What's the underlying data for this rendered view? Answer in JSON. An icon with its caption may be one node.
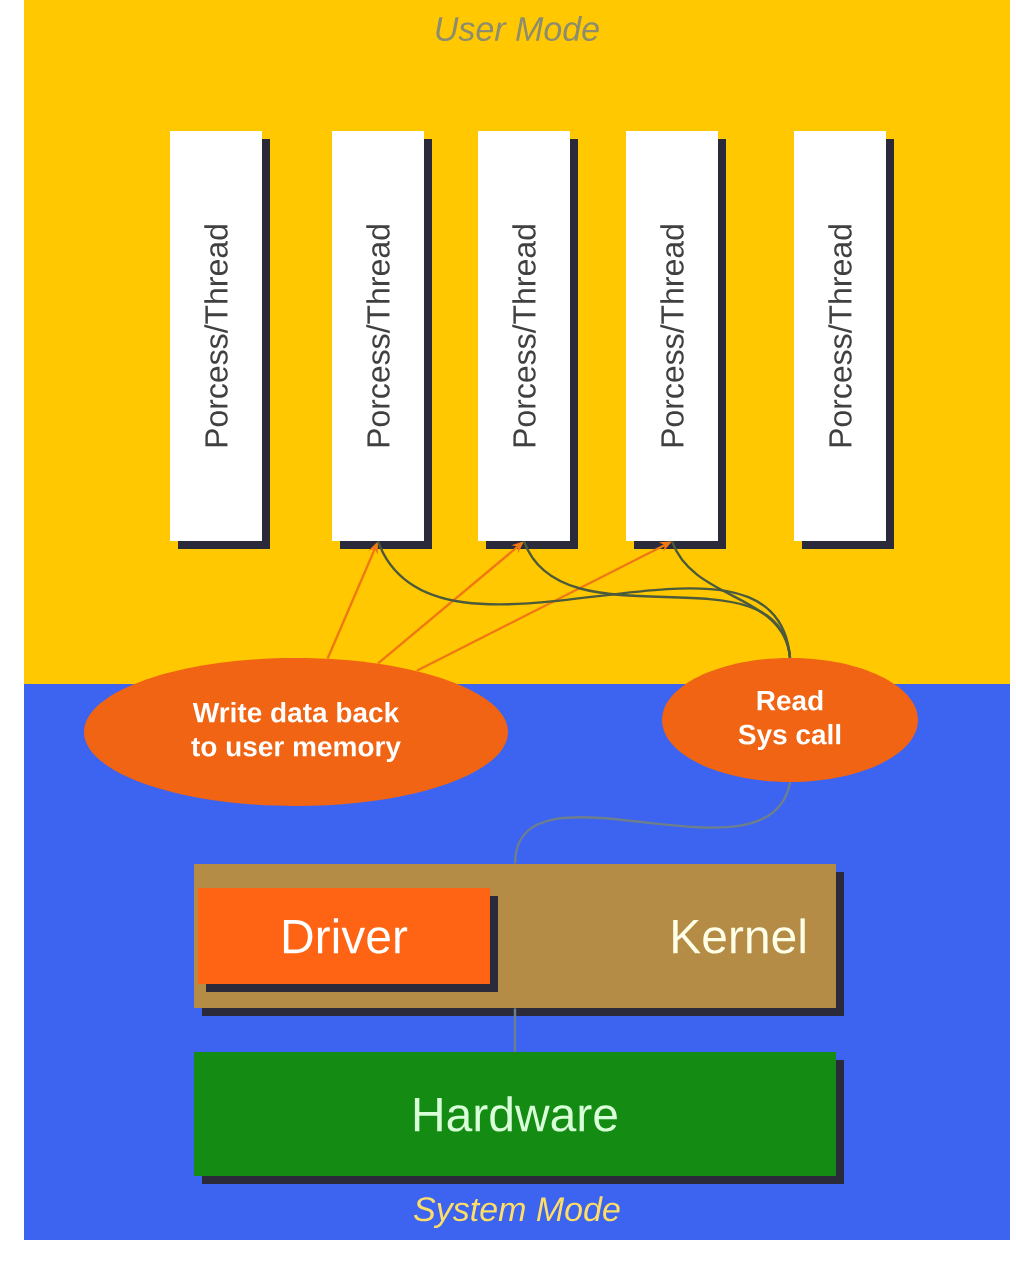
{
  "diagram": {
    "nodes": [
      {
        "text": [
          "User Mode"
        ]
      },
      {
        "text": [
          "Porcess/Thread"
        ],
        "in": 0
      },
      {
        "text": [
          "Porcess/Thread"
        ],
        "in": 0
      },
      {
        "text": [
          "Porcess/Thread"
        ],
        "in": 0
      },
      {
        "text": [
          "Porcess/Thread"
        ],
        "in": 0
      },
      {
        "text": [
          "Porcess/Thread"
        ],
        "in": 0
      },
      {
        "text": [
          "System Mode"
        ]
      },
      {
        "text": [
          "Write data back to user memory"
        ]
      },
      {
        "text": [
          "Read Sys call"
        ]
      },
      {
        "text": [
          "Kernel"
        ],
        "in": 6
      },
      {
        "text": [
          "Driver"
        ],
        "in": 9
      },
      {
        "text": [
          "Hardware"
        ],
        "in": 6
      }
    ],
    "edges": [
      {
        "from": 7,
        "to": 2,
        "arrow": "to"
      },
      {
        "from": 7,
        "to": 3,
        "arrow": "to"
      },
      {
        "from": 7,
        "to": 4,
        "arrow": "to"
      },
      {
        "from": 2,
        "to": 8,
        "arrow": "none",
        "color": "#4b5a3c"
      },
      {
        "from": 3,
        "to": 8,
        "arrow": "none",
        "color": "#4b5a3c"
      },
      {
        "from": 4,
        "to": 8,
        "arrow": "none",
        "color": "#4b5a3c"
      },
      {
        "from": 8,
        "to": 9,
        "arrow": "none",
        "color": "#6e7f8c"
      },
      {
        "from": 9,
        "to": 11,
        "arrow": "none",
        "color": "#6e7f8c"
      }
    ]
  }
}
